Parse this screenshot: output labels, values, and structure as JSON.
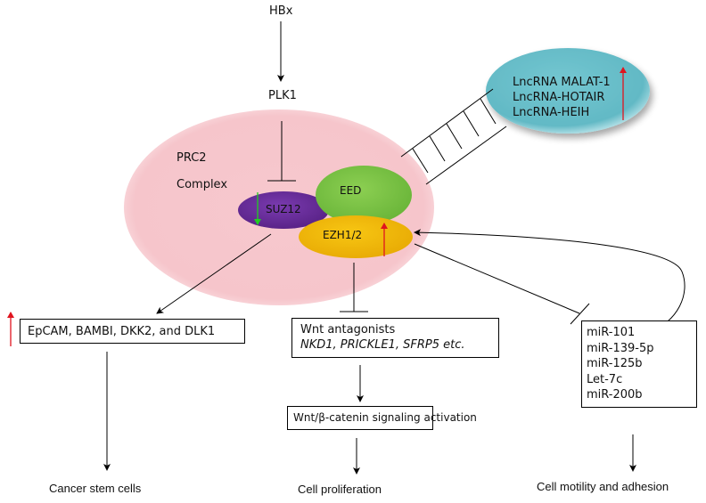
{
  "colors": {
    "prc2_complex": "#f6c9cf",
    "suz12": "#6b2f9e",
    "eed": "#7cc444",
    "ezh": "#f3be0a",
    "lncrna": "#69c1cc",
    "up_arrow": "#e0141e",
    "down_arrow": "#22cc22"
  },
  "nodes": {
    "hbx": "HBx",
    "plk1": "PLK1",
    "prc2_label_line1": "PRC2",
    "prc2_label_line2": "Complex",
    "suz12": "SUZ12",
    "eed": "EED",
    "ezh": "EZH1/2",
    "lncrna": [
      "LncRNA MALAT-1",
      "LncRNA-HOTAIR",
      "LncRNA-HEIH"
    ],
    "targets_box": "EpCAM, BAMBI, DKK2, and DLK1",
    "wnt_box": {
      "line1": "Wnt antagonists",
      "line2": "NKD1, PRICKLE1, SFRP5 etc."
    },
    "wnt_activation": "Wnt/β-catenin signaling activation",
    "mirnas": [
      "miR-101",
      "miR-139-5p",
      "miR-125b",
      "Let-7c",
      "miR-200b"
    ]
  },
  "outcomes": {
    "cancer_stem_cells": "Cancer stem cells",
    "cell_proliferation": "Cell proliferation",
    "cell_motility": "Cell motility and adhesion"
  },
  "regulation": {
    "suz12": "down",
    "ezh": "up",
    "lncrna": "up",
    "targets_box": "up",
    "wnt_antagonists": "down",
    "mirnas": "down"
  }
}
